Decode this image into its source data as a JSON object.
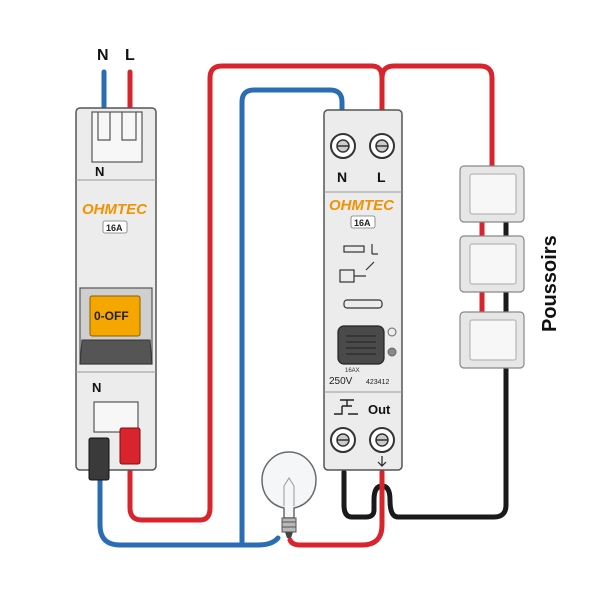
{
  "supply": {
    "neutral_label": "N",
    "live_label": "L"
  },
  "breaker": {
    "top_terminal_label": "N",
    "brand": "OHMTEC",
    "rating": "16A",
    "switch_state": "0-OFF",
    "bottom_terminal_label": "N"
  },
  "relay": {
    "neutral_label": "N",
    "live_label": "L",
    "brand": "OHMTEC",
    "rating": "16A",
    "spec_current": "16AX",
    "voltage": "250V",
    "ref": "423412",
    "out_label": "Out"
  },
  "pushbuttons": {
    "label": "Poussoirs",
    "count": 3
  },
  "colors": {
    "live_wire": "#d9232d",
    "neutral_wire": "#2a6db5",
    "control_wire": "#1a1a1a",
    "brand_orange": "#f39200",
    "module_body": "#ececec",
    "switch_yellow": "#f5a700"
  },
  "icons": {
    "lamp": "light-bulb-icon",
    "pushbutton": "pushbutton-icon",
    "screw": "screw-terminal-icon"
  }
}
